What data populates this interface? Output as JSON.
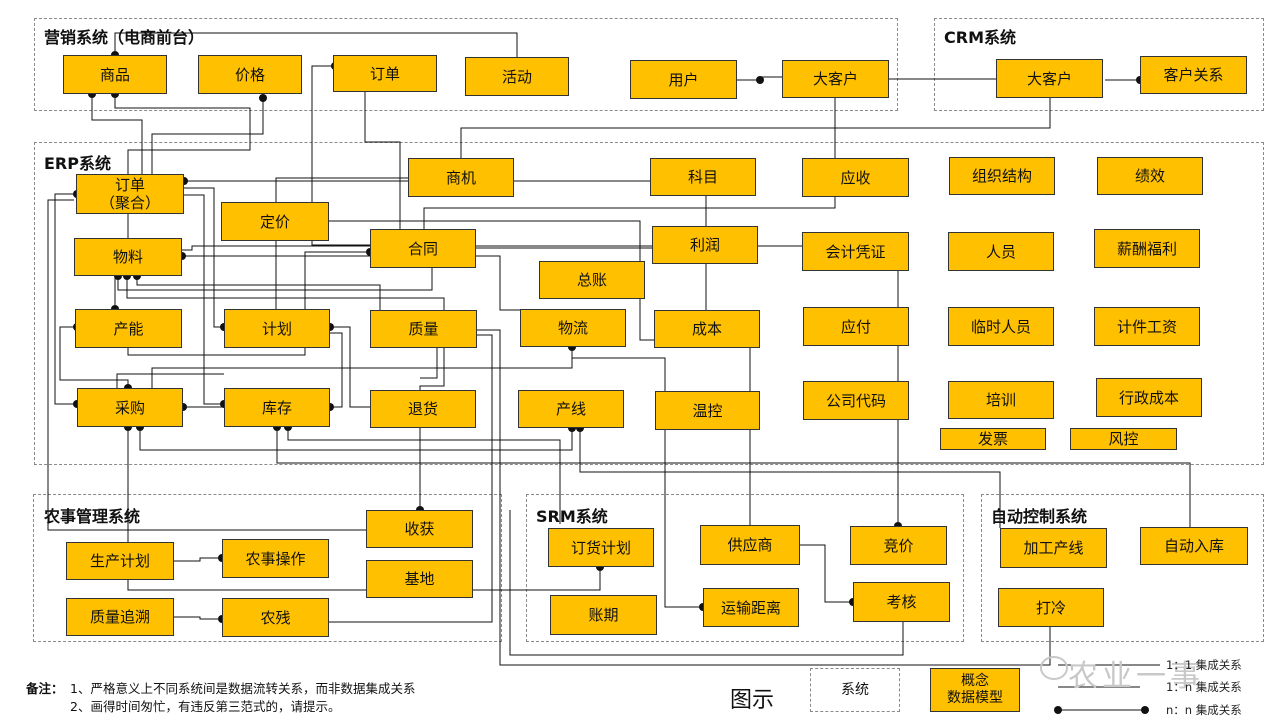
{
  "systems": {
    "marketing": "营销系统（电商前台）",
    "crm": "CRM系统",
    "erp": "ERP系统",
    "farm": "农事管理系统",
    "srm": "SRM系统",
    "auto": "自动控制系统"
  },
  "entities": {
    "m_goods": "商品",
    "m_price": "价格",
    "m_order": "订单",
    "m_activity": "活动",
    "user": "用户",
    "big_customer": "大客户",
    "crm_big_customer": "大客户",
    "customer_relation": "客户关系",
    "erp_order": "订单\n（聚合）",
    "opportunity": "商机",
    "subject": "科目",
    "receivable": "应收",
    "org_structure": "组织结构",
    "performance": "绩效",
    "pricing": "定价",
    "material": "物料",
    "contract": "合同",
    "profit": "利润",
    "voucher": "会计凭证",
    "personnel": "人员",
    "salary": "薪酬福利",
    "ledger": "总账",
    "capacity": "产能",
    "plan": "计划",
    "quality": "质量",
    "logistics": "物流",
    "cost": "成本",
    "payable": "应付",
    "temp_staff": "临时人员",
    "piece_wage": "计件工资",
    "purchase": "采购",
    "inventory": "库存",
    "returns": "退货",
    "line": "产线",
    "temp_control": "温控",
    "company_code": "公司代码",
    "training": "培训",
    "admin_cost": "行政成本",
    "invoice": "发票",
    "risk": "风控",
    "harvest": "收获",
    "prod_plan": "生产计划",
    "farm_op": "农事操作",
    "base": "基地",
    "trace": "质量追溯",
    "residue": "农残",
    "order_plan": "订货计划",
    "supplier": "供应商",
    "bidding": "竞价",
    "account_period": "账期",
    "transport_distance": "运输距离",
    "assessment": "考核",
    "processing_line": "加工产线",
    "auto_storage": "自动入库",
    "cooling": "打冷"
  },
  "notes": {
    "label": "备注：",
    "line1": "1、严格意义上不同系统间是数据流转关系，而非数据集成关系",
    "line2": "2、画得时间匆忙，有违反第三范式的，请提示。"
  },
  "legend": {
    "title": "图示",
    "system": "系统",
    "model": "概念\n数据模型",
    "rel_11": "1：1 集成关系",
    "rel_1n": "1：n 集成关系",
    "rel_nn": "n：n 集成关系"
  },
  "watermark": "农业一事",
  "colors": {
    "entity_fill": "#ffc000",
    "line": "#111111",
    "system_border": "#8a8a8a"
  }
}
